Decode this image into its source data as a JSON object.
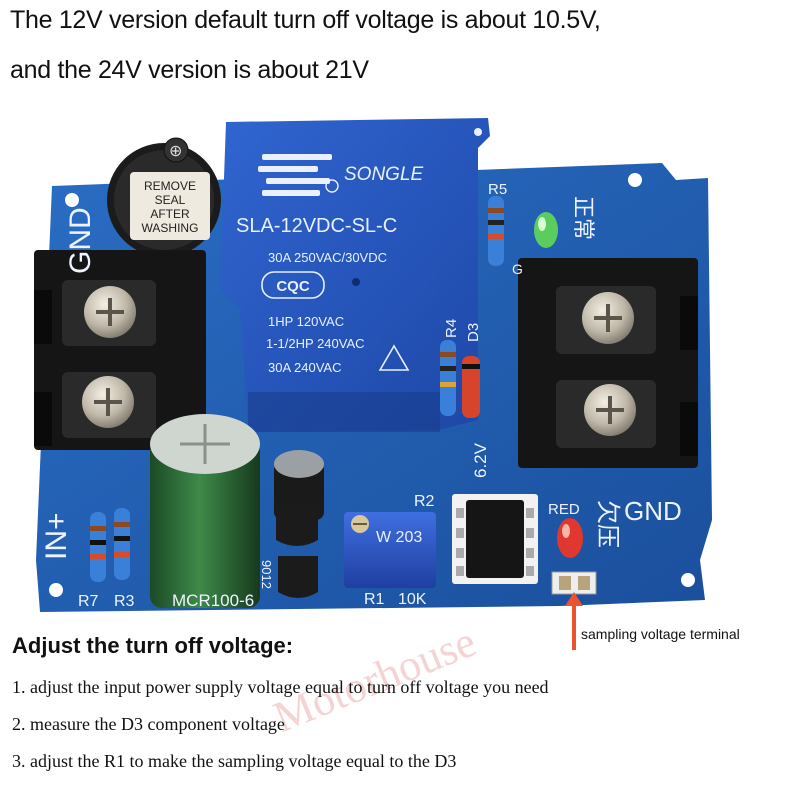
{
  "header": {
    "line1": "The 12V version default turn off voltage is about 10.5V,",
    "line2": "and the 24V version is about 21V"
  },
  "board": {
    "buzzer_label_lines": [
      "REMOVE",
      "SEAL",
      "AFTER",
      "WASHING"
    ],
    "relay": {
      "brand": "SONGLE",
      "model": "SLA-12VDC-SL-C",
      "rating1": "30A  250VAC/30VDC",
      "cert": "CQC",
      "line3": "1HP 120VAC",
      "line4": "1-1/2HP 240VAC",
      "line5": "30A 240VAC"
    },
    "silkscreen": {
      "in_plus": "IN+",
      "gnd_left": "GND",
      "gnd_right": "GND",
      "r2": "R2",
      "r3": "R3",
      "r4": "R4",
      "r5": "R5",
      "r7": "R7",
      "d3": "D3",
      "r1": "R1",
      "r1_value": "10K",
      "pot_code": "W 203",
      "zener": "6.2V",
      "scr": "MCR100-6",
      "transistor": "9012",
      "red": "RED",
      "g": "G",
      "cn_undervoltage": "欠压",
      "cn_normal": "正常"
    },
    "colors": {
      "pcb": "#1e5fb4",
      "relay": "#2459c4",
      "terminal": "#1a1a1a"
    }
  },
  "watermark": "Motorhouse",
  "annotation": {
    "sampling_label": "sampling voltage terminal"
  },
  "steps": {
    "title": "Adjust the turn off voltage:",
    "items": [
      "1. adjust the input power supply voltage equal to turn off voltage you need",
      "2. measure the D3 component voltage",
      "3. adjust the R1 to make the sampling voltage equal to the D3"
    ]
  }
}
